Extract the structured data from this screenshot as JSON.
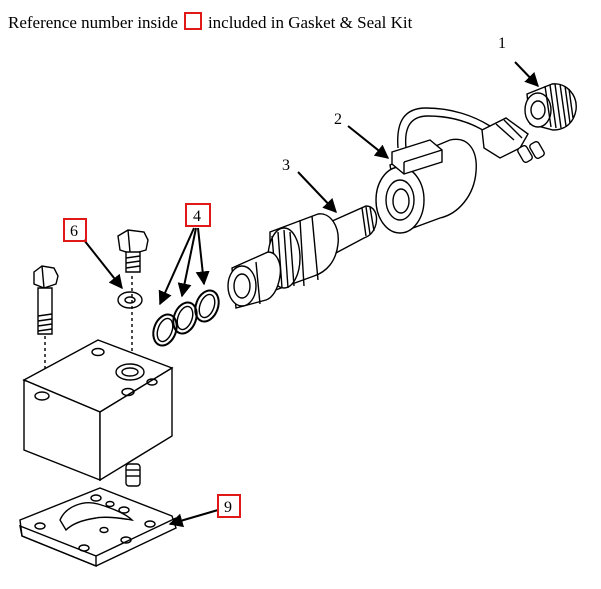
{
  "header": {
    "text_before": "Reference number inside",
    "text_after": "included in Gasket & Seal Kit",
    "box_color": "#e01818"
  },
  "callouts": {
    "c1": "1",
    "c2": "2",
    "c3": "3",
    "c4": "4",
    "c6": "6",
    "c9": "9"
  },
  "highlight_color": "#e01818"
}
